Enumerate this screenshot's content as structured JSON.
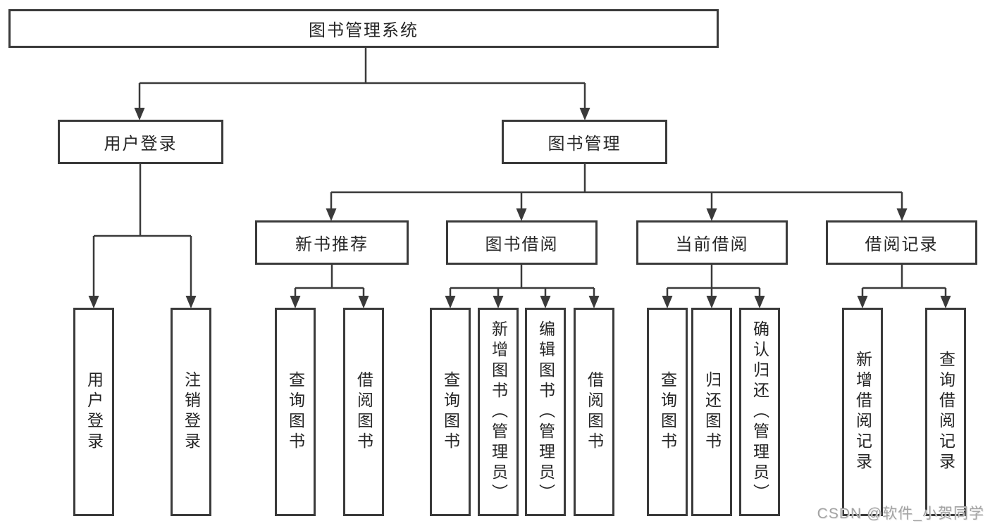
{
  "diagram": {
    "title": "图书管理系统",
    "branches": [
      {
        "label": "用户登录",
        "leaves": [
          "用户登录",
          "注销登录"
        ]
      },
      {
        "label": "图书管理",
        "children": [
          {
            "label": "新书推荐",
            "leaves": [
              "查询图书",
              "借阅图书"
            ]
          },
          {
            "label": "图书借阅",
            "leaves": [
              "查询图书",
              "新增图书（管理员）",
              "编辑图书（管理员）",
              "借阅图书"
            ]
          },
          {
            "label": "当前借阅",
            "leaves": [
              "查询图书",
              "归还图书",
              "确认归还（管理员）"
            ]
          },
          {
            "label": "借阅记录",
            "leaves": [
              "新增借阅记录",
              "查询借阅记录"
            ]
          }
        ]
      }
    ]
  },
  "watermark": {
    "text": "CSDN @软件_小贺同学",
    "color": "#a3a3a3"
  },
  "colors": {
    "line": "#3a3a3a",
    "text": "#262626",
    "background": "#ffffff"
  }
}
